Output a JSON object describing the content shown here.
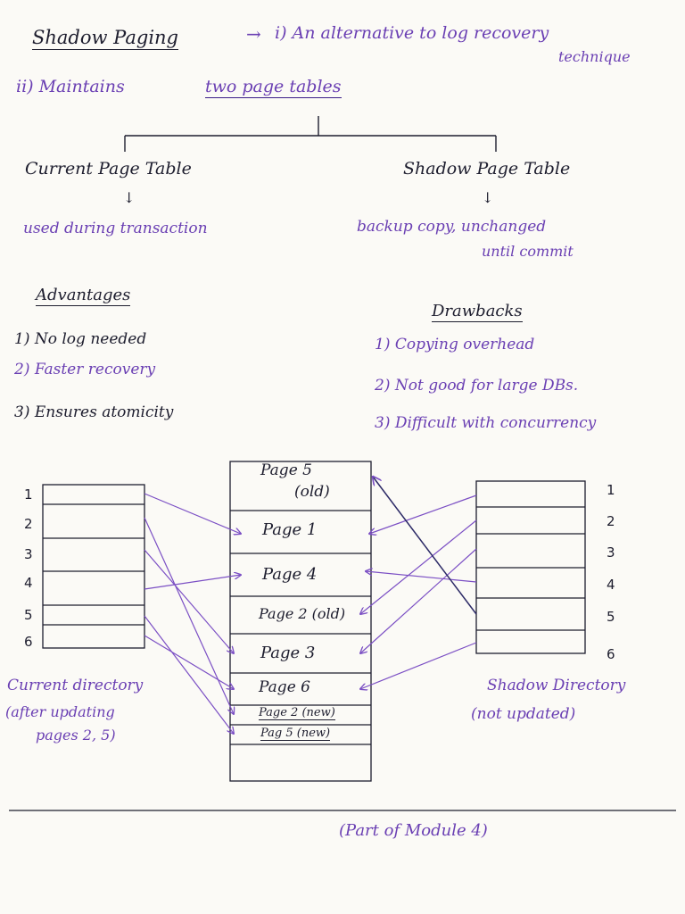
{
  "header": {
    "title": "Shadow Paging",
    "arrow": "→",
    "point1": "i) An alternative to log recovery",
    "point1_cont": "technique",
    "point2_prefix": "ii) Maintains",
    "point2_emph": "two page tables"
  },
  "tables": {
    "current": {
      "name": "Current Page Table",
      "arrow": "↓",
      "desc": "used during transaction"
    },
    "shadow": {
      "name": "Shadow Page Table",
      "arrow": "↓",
      "desc": "backup copy, unchanged",
      "desc_cont": "until commit"
    }
  },
  "advantages": {
    "heading": "Advantages",
    "items": [
      "1) No log needed",
      "2) Faster recovery",
      "3) Ensures atomicity"
    ]
  },
  "drawbacks": {
    "heading": "Drawbacks",
    "items": [
      "1) Copying overhead",
      "2) Not good for large DBs.",
      "3) Difficult with concurrency"
    ]
  },
  "diagram": {
    "current_numbers": [
      "1",
      "2",
      "3",
      "4",
      "5",
      "6"
    ],
    "shadow_numbers": [
      "1",
      "2",
      "3",
      "4",
      "5",
      "6"
    ],
    "pages": [
      "Page 5",
      "(old)",
      "Page 1",
      "Page 4",
      "Page 2 (old)",
      "Page 3",
      "Page 6",
      "Page 2 (new)",
      "Pag 5 (new)"
    ],
    "current_label": [
      "Current directory",
      "(after updating",
      "pages 2, 5)"
    ],
    "shadow_label": [
      "Shadow Directory",
      "(not updated)"
    ]
  },
  "footer": {
    "note": "(Part of Module 4)"
  },
  "colors": {
    "ink": "#1d1d2e",
    "purple": "#3a1c87",
    "arrow_purple": "#7b4fc4"
  }
}
